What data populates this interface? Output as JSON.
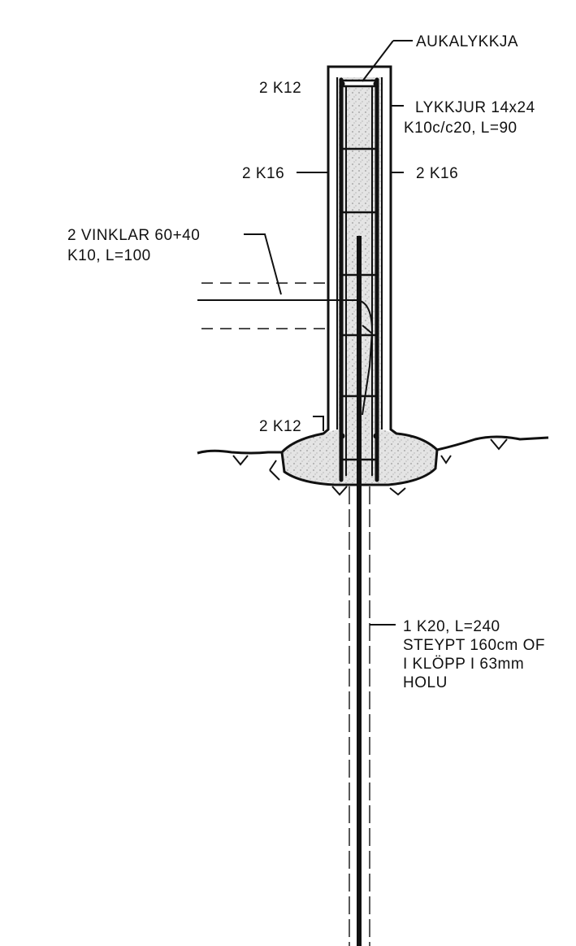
{
  "labels": {
    "cap": "AUKALYKKJA",
    "k12_top": "2 K12",
    "stirrups_1": "LYKKJUR 14x24",
    "stirrups_2": "K10c/c20, L=90",
    "k16_left": "2 K16",
    "k16_right": "2 K16",
    "angles_1": "2 VINKLAR 60+40",
    "angles_2": "K10, L=100",
    "k12_bottom": "2 K12",
    "rod_1": "1 K20, L=240",
    "rod_2": "STEYPT 160cm OF",
    "rod_3": "I KLÖPP I 63mm",
    "rod_4": "HOLU"
  }
}
